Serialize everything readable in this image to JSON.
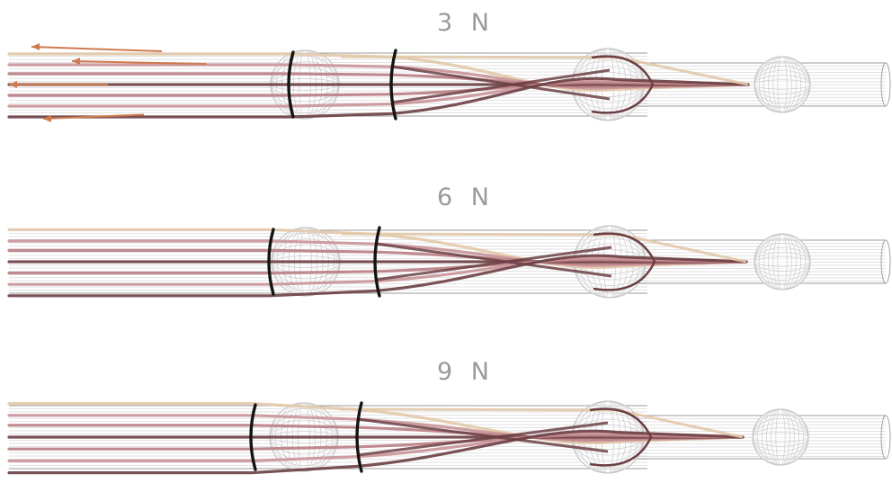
{
  "panels": [
    {
      "id": "panel-3n",
      "title": "3 N",
      "force_arrows": true
    },
    {
      "id": "panel-6n",
      "title": "6 N",
      "force_arrows": false
    },
    {
      "id": "panel-9n",
      "title": "9 N",
      "force_arrows": false
    }
  ],
  "colors": {
    "tube": "#b5b5b5",
    "sphere": "#c7c7c7",
    "ring": "#141414",
    "cable_dark": "#6b3f44",
    "cable_mid": "#b97e84",
    "cable_light": "#e2c9a8",
    "cable_pink": "#c99398",
    "arrow": "#d07a4f"
  }
}
